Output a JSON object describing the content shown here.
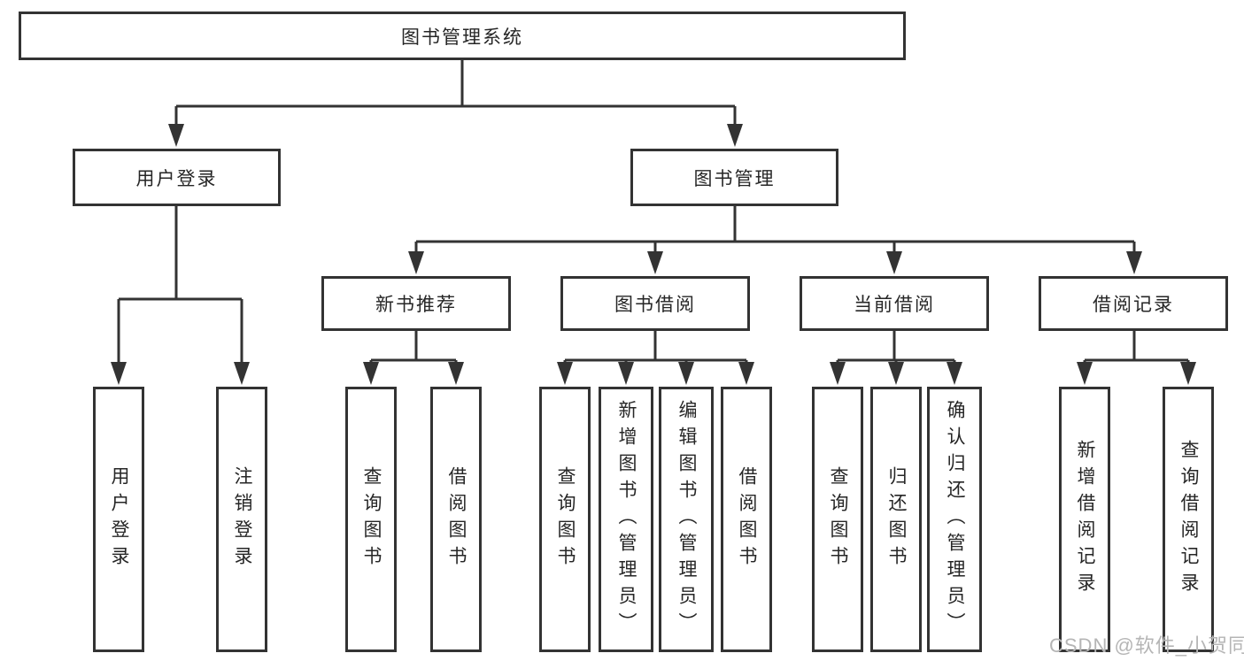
{
  "diagram": {
    "title": "图书管理系统",
    "colors": {
      "line": "#333333",
      "border": "#333333",
      "text": "#262626",
      "background": "#ffffff",
      "watermark": "#b5b5b5"
    },
    "nodes": {
      "root": "图书管理系统",
      "user_login": "用户登录",
      "book_mgmt": "图书管理",
      "new_books": "新书推荐",
      "book_borrow": "图书借阅",
      "current_borrow": "当前借阅",
      "borrow_records": "借阅记录",
      "leaf_user_login": "用户登录",
      "leaf_logout": "注销登录",
      "nb_query": "查询图书",
      "nb_borrow": "借阅图书",
      "bb_query": "查询图书",
      "bb_add": "新增图书（管理员）",
      "bb_edit": "编辑图书（管理员）",
      "bb_borrow": "借阅图书",
      "cb_query": "查询图书",
      "cb_return": "归还图书",
      "cb_confirm": "确认归还（管理员）",
      "br_add": "新增借阅记录",
      "br_query": "查询借阅记录"
    },
    "watermark": "CSDN @软件_小贺同学"
  }
}
